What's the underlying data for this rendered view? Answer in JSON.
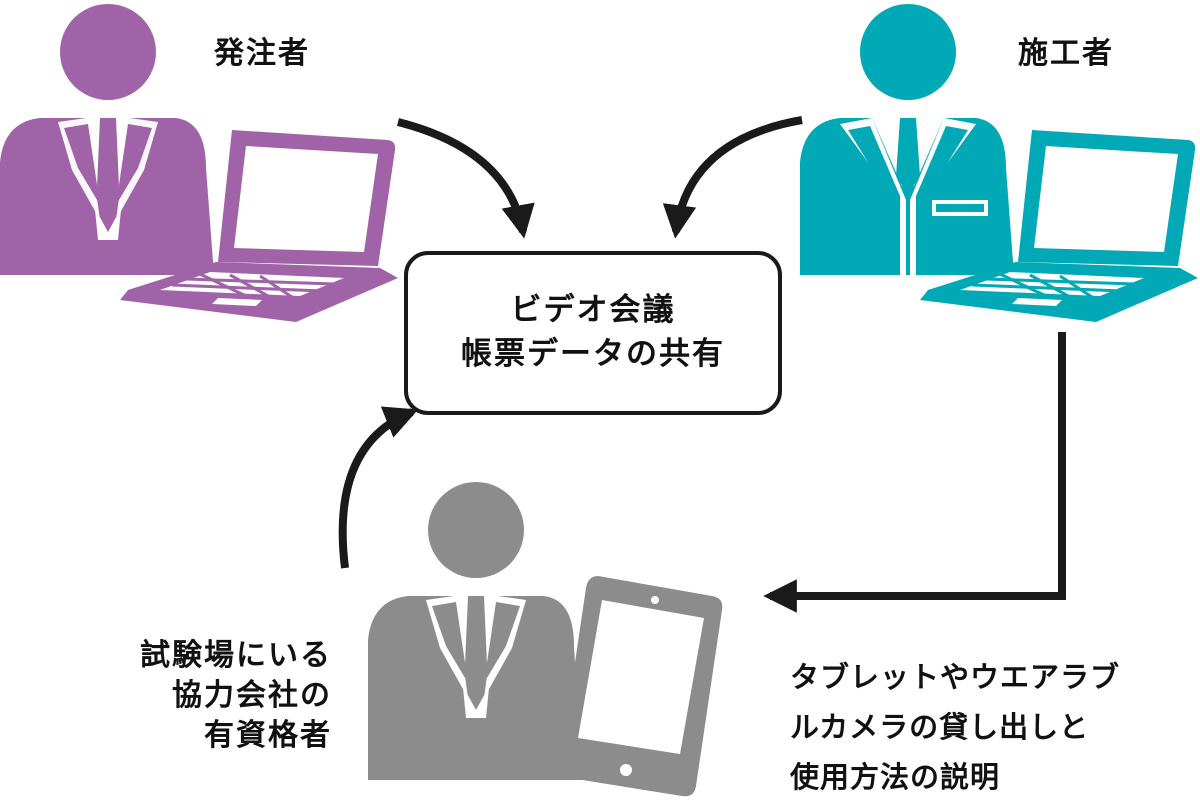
{
  "colors": {
    "client": "#a063a8",
    "contractor": "#00a9b5",
    "witness": "#8c8c8c",
    "arrow": "#1a1a1a"
  },
  "actors": {
    "client": {
      "label": "発注者",
      "icon": "person-laptop-icon"
    },
    "contractor": {
      "label": "施工者",
      "icon": "worker-laptop-icon"
    },
    "witness": {
      "label_lines": [
        "試験場にいる",
        "協力会社の",
        "有資格者"
      ],
      "icon": "person-tablet-icon"
    }
  },
  "center_box": {
    "lines": [
      "ビデオ会議",
      "帳票データの共有"
    ]
  },
  "note": {
    "lines": [
      "タブレットやウエアラブ",
      "ルカメラの貸し出しと",
      "使用方法の説明"
    ]
  }
}
